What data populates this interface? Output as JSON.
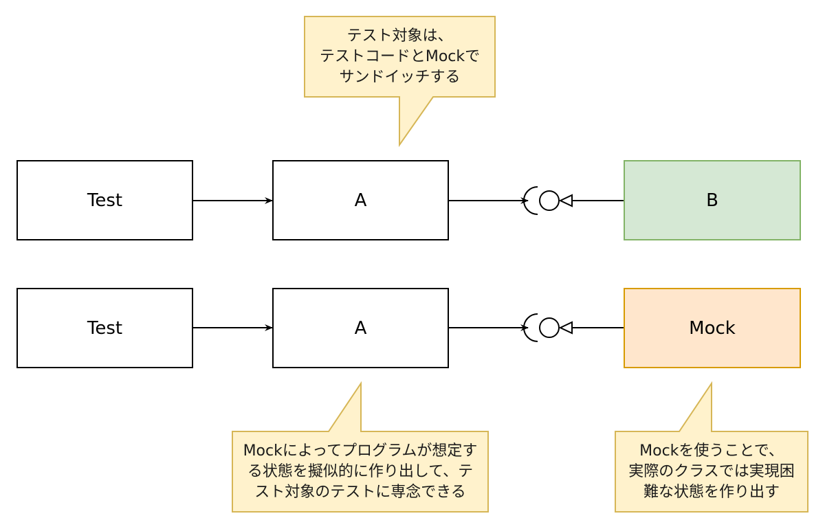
{
  "diagram": {
    "row1": {
      "test": "Test",
      "target": "A",
      "dependency": "B"
    },
    "row2": {
      "test": "Test",
      "target": "A",
      "dependency": "Mock"
    }
  },
  "callouts": {
    "top": {
      "lines": [
        "テスト対象は、",
        "テストコードとMockで",
        "サンドイッチする"
      ]
    },
    "bottom_middle": {
      "lines": [
        "Mockによってプログラムが想定す",
        "る状態を擬似的に作り出して、テ",
        "スト対象のテストに専念できる"
      ]
    },
    "bottom_right": {
      "lines": [
        "Mockを使うことで、",
        "実際のクラスでは実現困",
        "難な状態を作り出す"
      ]
    }
  },
  "colors": {
    "b_fill": "#d5e8d4",
    "b_stroke": "#82b366",
    "mock_fill": "#ffe6cc",
    "mock_stroke": "#d79b00",
    "note_fill": "#fff2cc",
    "note_stroke": "#d6b656"
  }
}
